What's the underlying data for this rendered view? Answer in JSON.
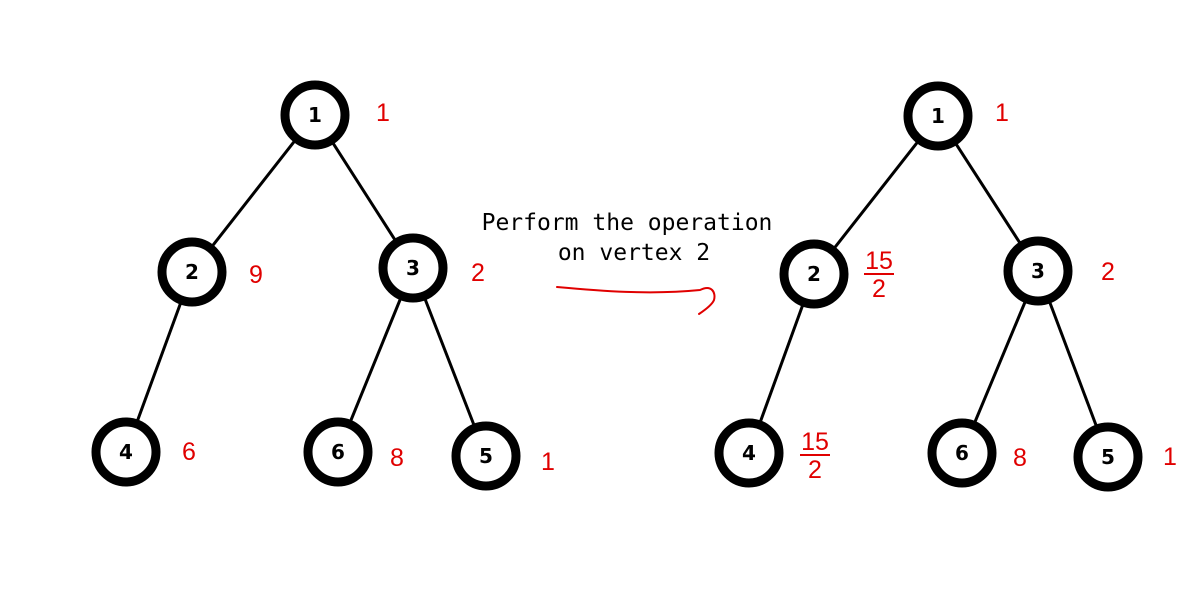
{
  "caption": {
    "line1": "Perform the operation",
    "line2": "on vertex 2"
  },
  "colors": {
    "node_stroke": "#000000",
    "edge": "#000000",
    "label": "#e00000",
    "arrow": "#e00000"
  },
  "edges": [
    [
      "1",
      "2"
    ],
    [
      "1",
      "3"
    ],
    [
      "2",
      "4"
    ],
    [
      "3",
      "6"
    ],
    [
      "3",
      "5"
    ]
  ],
  "before": {
    "nodes": [
      {
        "id": "1",
        "value": "1"
      },
      {
        "id": "2",
        "value": "9"
      },
      {
        "id": "3",
        "value": "2"
      },
      {
        "id": "4",
        "value": "6"
      },
      {
        "id": "6",
        "value": "8"
      },
      {
        "id": "5",
        "value": "1"
      }
    ]
  },
  "after": {
    "nodes": [
      {
        "id": "1",
        "value": "1"
      },
      {
        "id": "2",
        "value": {
          "num": "15",
          "den": "2"
        }
      },
      {
        "id": "3",
        "value": "2"
      },
      {
        "id": "4",
        "value": {
          "num": "15",
          "den": "2"
        }
      },
      {
        "id": "6",
        "value": "8"
      },
      {
        "id": "5",
        "value": "1"
      }
    ]
  }
}
